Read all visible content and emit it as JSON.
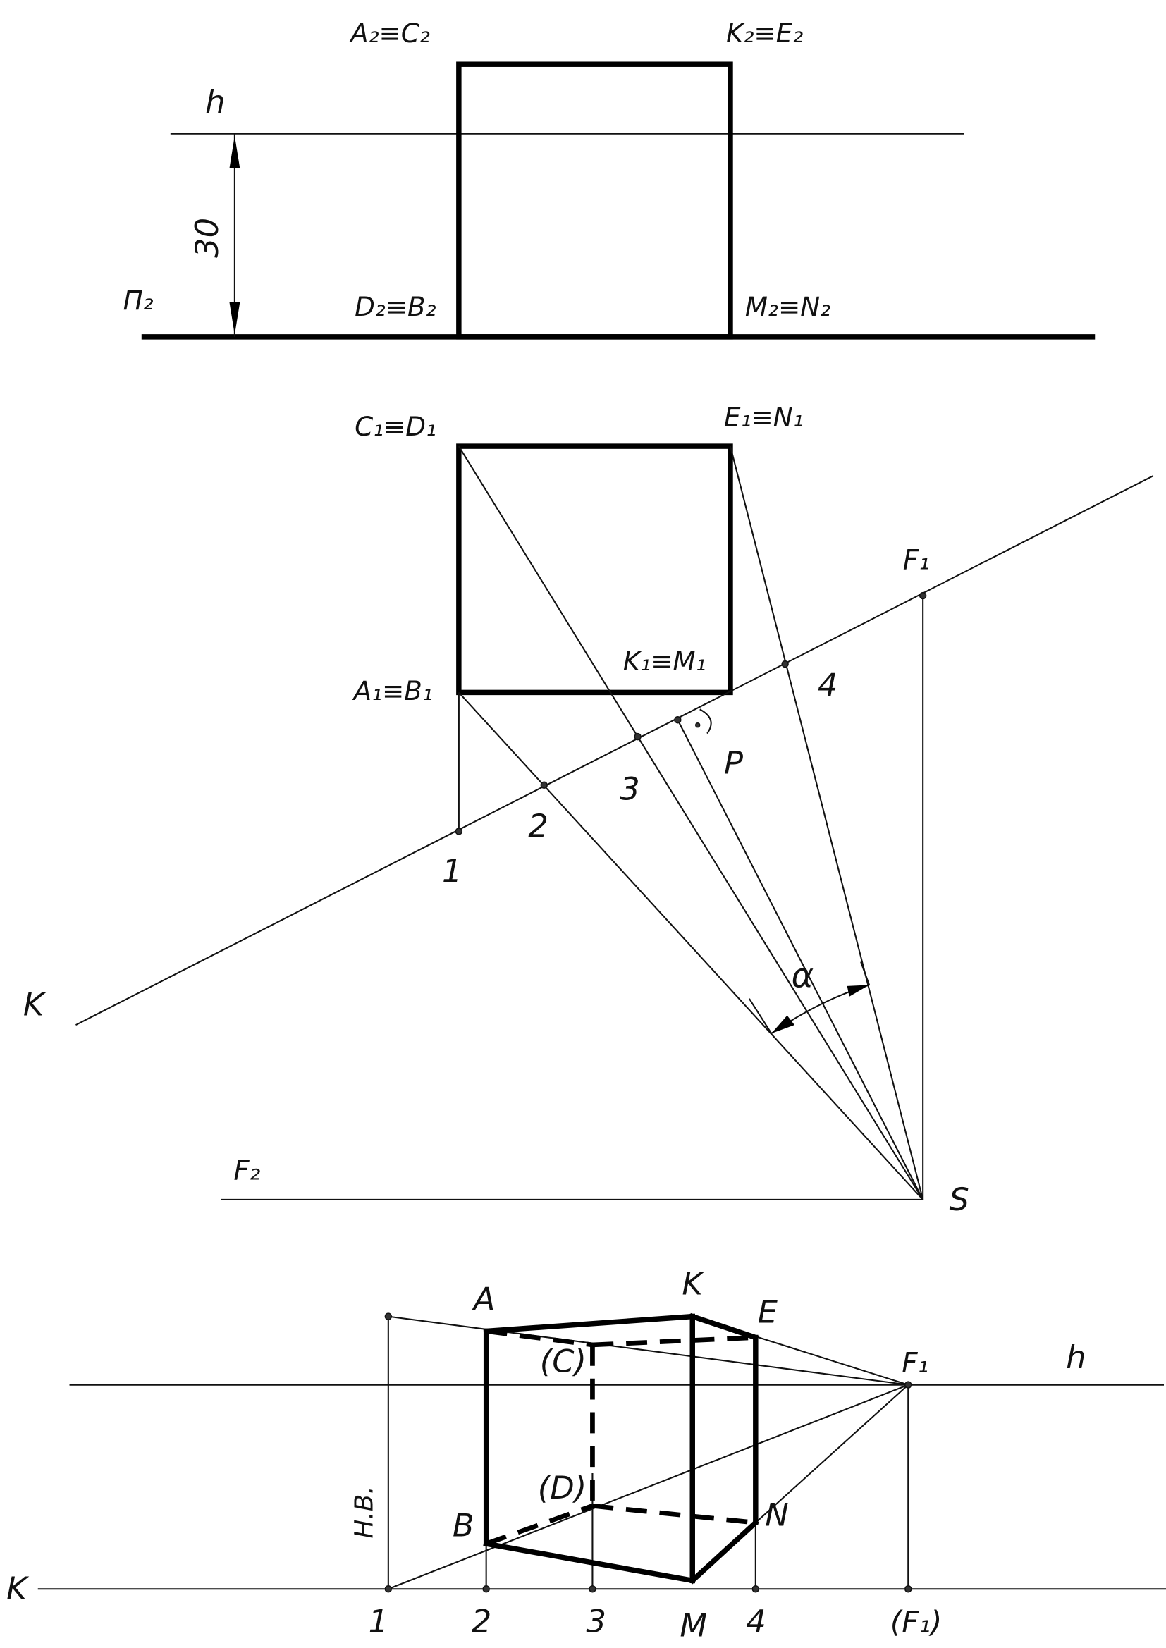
{
  "front_view": {
    "labels": {
      "a2c2": "A₂≡C₂",
      "k2e2": "K₂≡E₂",
      "h": "h",
      "dim_30": "30",
      "pi2": "Π₂",
      "d2b2": "D₂≡B₂",
      "m2n2": "M₂≡N₂"
    }
  },
  "top_view": {
    "labels": {
      "c1d1": "C₁≡D₁",
      "e1n1": "E₁≡N₁",
      "f1": "F₁",
      "a1b1": "A₁≡B₁",
      "k1m1": "K₁≡M₁",
      "n4": "4",
      "p": "P",
      "n3": "3",
      "n2": "2",
      "n1": "1",
      "k": "K",
      "alpha": "α",
      "f2": "F₂",
      "s": "S"
    }
  },
  "perspective": {
    "labels": {
      "a": "A",
      "k": "K",
      "e": "E",
      "c": "(C)",
      "f1": "F₁",
      "h": "h",
      "d": "(D)",
      "nv": "Н.В.",
      "b": "B",
      "n": "N",
      "k_axis": "K",
      "n1": "1",
      "n2": "2",
      "n3": "3",
      "m": "M",
      "n4": "4",
      "f1_base": "(F₁)"
    }
  }
}
